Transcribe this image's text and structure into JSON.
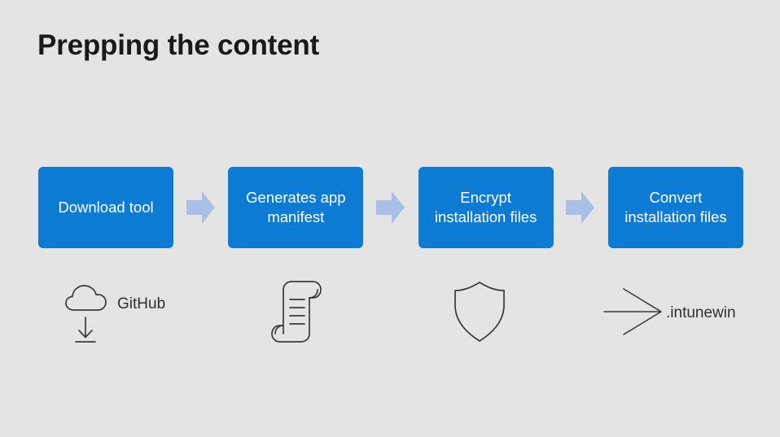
{
  "slide": {
    "title": "Prepping the content",
    "background_color": "#e4e4e4",
    "accent_color": "#0b7bd4",
    "arrow_color": "#a8c0e6",
    "icon_stroke_color": "#3a3a3a",
    "title_color": "#1a1a1a"
  },
  "process": {
    "steps": [
      {
        "label": "Download tool"
      },
      {
        "label": "Generates app\nmanifest"
      },
      {
        "label": "Encrypt\ninstallation files"
      },
      {
        "label": "Convert\ninstallation files"
      }
    ],
    "connectors": [
      {
        "name": "block-arrow-right"
      },
      {
        "name": "block-arrow-right"
      },
      {
        "name": "block-arrow-right"
      }
    ]
  },
  "icons": [
    {
      "icon": "cloud-download-icon",
      "caption": "GitHub"
    },
    {
      "icon": "scroll-document-icon",
      "caption": ""
    },
    {
      "icon": "shield-icon",
      "caption": ""
    },
    {
      "icon": "arrow-right-icon",
      "caption": ".intunewin"
    }
  ]
}
